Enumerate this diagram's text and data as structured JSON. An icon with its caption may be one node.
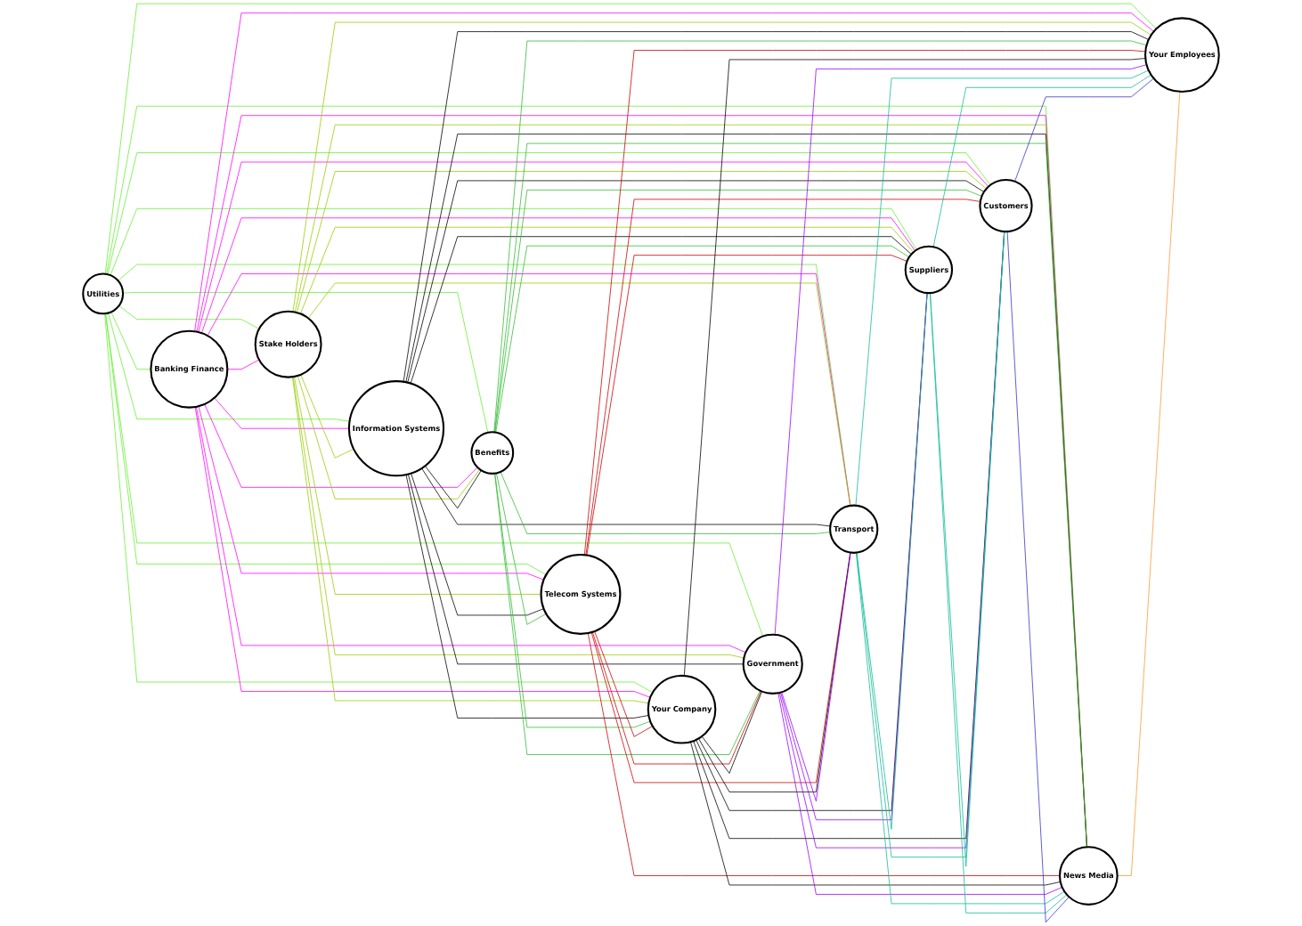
{
  "diagram": {
    "nodes": [
      {
        "text": [
          "Utilities"
        ]
      },
      {
        "text": [
          "Banking Finance"
        ]
      },
      {
        "text": [
          "Stake Holders"
        ]
      },
      {
        "text": [
          "Information Systems"
        ]
      },
      {
        "text": [
          "Benefits"
        ]
      },
      {
        "text": [
          "Telecom Systems"
        ]
      },
      {
        "text": [
          "Your Company"
        ]
      },
      {
        "text": [
          "Government"
        ]
      },
      {
        "text": [
          "Transport"
        ]
      },
      {
        "text": [
          "Suppliers"
        ]
      },
      {
        "text": [
          "Customers"
        ]
      },
      {
        "text": [
          "News Media"
        ]
      },
      {
        "text": [
          "Your Employees"
        ]
      }
    ],
    "edges": [
      {
        "from": 0,
        "to": 1,
        "arrow": "none",
        "color": "#66ee33"
      },
      {
        "from": 0,
        "to": 2,
        "arrow": "none",
        "color": "#66ee33"
      },
      {
        "from": 0,
        "to": 3,
        "arrow": "none",
        "color": "#66ee33"
      },
      {
        "from": 0,
        "to": 4,
        "arrow": "none",
        "color": "#66ee33"
      },
      {
        "from": 0,
        "to": 5,
        "arrow": "none",
        "color": "#66ee33"
      },
      {
        "from": 0,
        "to": 6,
        "arrow": "none",
        "color": "#66ee33"
      },
      {
        "from": 0,
        "to": 7,
        "arrow": "none",
        "color": "#66ee33"
      },
      {
        "from": 0,
        "to": 8,
        "arrow": "none",
        "color": "#66ee33"
      },
      {
        "from": 0,
        "to": 9,
        "arrow": "none",
        "color": "#66ee33"
      },
      {
        "from": 0,
        "to": 10,
        "arrow": "none",
        "color": "#66ee33"
      },
      {
        "from": 0,
        "to": 11,
        "arrow": "none",
        "color": "#66ee33"
      },
      {
        "from": 0,
        "to": 12,
        "arrow": "none",
        "color": "#66ee33"
      },
      {
        "from": 1,
        "to": 2,
        "arrow": "none",
        "color": "#ff00ff"
      },
      {
        "from": 1,
        "to": 3,
        "arrow": "none",
        "color": "#ff00ff"
      },
      {
        "from": 1,
        "to": 4,
        "arrow": "none",
        "color": "#ff00ff"
      },
      {
        "from": 1,
        "to": 5,
        "arrow": "none",
        "color": "#ff00ff"
      },
      {
        "from": 1,
        "to": 6,
        "arrow": "none",
        "color": "#ff00ff"
      },
      {
        "from": 1,
        "to": 7,
        "arrow": "none",
        "color": "#ff00ff"
      },
      {
        "from": 1,
        "to": 8,
        "arrow": "none",
        "color": "#ff00ff"
      },
      {
        "from": 1,
        "to": 9,
        "arrow": "none",
        "color": "#ff00ff"
      },
      {
        "from": 1,
        "to": 10,
        "arrow": "none",
        "color": "#ff00ff"
      },
      {
        "from": 1,
        "to": 11,
        "arrow": "none",
        "color": "#ff00ff"
      },
      {
        "from": 1,
        "to": 12,
        "arrow": "none",
        "color": "#ff00ff"
      },
      {
        "from": 2,
        "to": 3,
        "arrow": "none",
        "color": "#99cc00"
      },
      {
        "from": 2,
        "to": 4,
        "arrow": "none",
        "color": "#99cc00"
      },
      {
        "from": 2,
        "to": 5,
        "arrow": "none",
        "color": "#99cc00"
      },
      {
        "from": 2,
        "to": 6,
        "arrow": "none",
        "color": "#99cc00"
      },
      {
        "from": 2,
        "to": 7,
        "arrow": "none",
        "color": "#99cc00"
      },
      {
        "from": 2,
        "to": 8,
        "arrow": "none",
        "color": "#99cc00"
      },
      {
        "from": 2,
        "to": 9,
        "arrow": "none",
        "color": "#99cc00"
      },
      {
        "from": 2,
        "to": 10,
        "arrow": "none",
        "color": "#99cc00"
      },
      {
        "from": 2,
        "to": 11,
        "arrow": "none",
        "color": "#99cc00"
      },
      {
        "from": 2,
        "to": 12,
        "arrow": "none",
        "color": "#99cc00"
      },
      {
        "from": 3,
        "to": 4,
        "arrow": "none",
        "color": "#000000"
      },
      {
        "from": 3,
        "to": 5,
        "arrow": "none",
        "color": "#000000"
      },
      {
        "from": 3,
        "to": 6,
        "arrow": "none",
        "color": "#000000"
      },
      {
        "from": 3,
        "to": 7,
        "arrow": "none",
        "color": "#000000"
      },
      {
        "from": 3,
        "to": 8,
        "arrow": "none",
        "color": "#000000"
      },
      {
        "from": 3,
        "to": 9,
        "arrow": "none",
        "color": "#000000"
      },
      {
        "from": 3,
        "to": 10,
        "arrow": "none",
        "color": "#000000"
      },
      {
        "from": 3,
        "to": 11,
        "arrow": "none",
        "color": "#000000"
      },
      {
        "from": 3,
        "to": 12,
        "arrow": "none",
        "color": "#000000"
      },
      {
        "from": 4,
        "to": 5,
        "arrow": "none",
        "color": "#33bb33"
      },
      {
        "from": 4,
        "to": 6,
        "arrow": "none",
        "color": "#33bb33"
      },
      {
        "from": 4,
        "to": 7,
        "arrow": "none",
        "color": "#33bb33"
      },
      {
        "from": 4,
        "to": 8,
        "arrow": "none",
        "color": "#33bb33"
      },
      {
        "from": 4,
        "to": 9,
        "arrow": "none",
        "color": "#33bb33"
      },
      {
        "from": 4,
        "to": 10,
        "arrow": "none",
        "color": "#33bb33"
      },
      {
        "from": 4,
        "to": 11,
        "arrow": "none",
        "color": "#33bb33"
      },
      {
        "from": 4,
        "to": 12,
        "arrow": "none",
        "color": "#33bb33"
      },
      {
        "from": 5,
        "to": 6,
        "arrow": "none",
        "color": "#cc0000"
      },
      {
        "from": 5,
        "to": 7,
        "arrow": "none",
        "color": "#cc0000"
      },
      {
        "from": 5,
        "to": 8,
        "arrow": "none",
        "color": "#cc0000"
      },
      {
        "from": 5,
        "to": 9,
        "arrow": "none",
        "color": "#cc0000"
      },
      {
        "from": 5,
        "to": 10,
        "arrow": "none",
        "color": "#cc0000"
      },
      {
        "from": 5,
        "to": 11,
        "arrow": "none",
        "color": "#cc0000"
      },
      {
        "from": 5,
        "to": 12,
        "arrow": "none",
        "color": "#cc0000"
      },
      {
        "from": 6,
        "to": 7,
        "arrow": "none",
        "color": "#000000"
      },
      {
        "from": 6,
        "to": 8,
        "arrow": "none",
        "color": "#000000"
      },
      {
        "from": 6,
        "to": 9,
        "arrow": "none",
        "color": "#000000"
      },
      {
        "from": 6,
        "to": 10,
        "arrow": "none",
        "color": "#000000"
      },
      {
        "from": 6,
        "to": 11,
        "arrow": "none",
        "color": "#000000"
      },
      {
        "from": 6,
        "to": 12,
        "arrow": "none",
        "color": "#000000"
      },
      {
        "from": 7,
        "to": 8,
        "arrow": "none",
        "color": "#9900ff"
      },
      {
        "from": 7,
        "to": 9,
        "arrow": "none",
        "color": "#9900ff"
      },
      {
        "from": 7,
        "to": 10,
        "arrow": "none",
        "color": "#9900ff"
      },
      {
        "from": 7,
        "to": 11,
        "arrow": "none",
        "color": "#9900ff"
      },
      {
        "from": 7,
        "to": 12,
        "arrow": "none",
        "color": "#9900ff"
      },
      {
        "from": 8,
        "to": 9,
        "arrow": "none",
        "color": "#11bb99"
      },
      {
        "from": 8,
        "to": 10,
        "arrow": "none",
        "color": "#11bb99"
      },
      {
        "from": 8,
        "to": 11,
        "arrow": "none",
        "color": "#11bb99"
      },
      {
        "from": 8,
        "to": 12,
        "arrow": "none",
        "color": "#11bb99"
      },
      {
        "from": 9,
        "to": 10,
        "arrow": "none",
        "color": "#11bb99"
      },
      {
        "from": 9,
        "to": 11,
        "arrow": "none",
        "color": "#11bb99"
      },
      {
        "from": 9,
        "to": 12,
        "arrow": "none",
        "color": "#11bb99"
      },
      {
        "from": 10,
        "to": 11,
        "arrow": "none",
        "color": "#3333cc"
      },
      {
        "from": 10,
        "to": 12,
        "arrow": "none",
        "color": "#3333cc"
      },
      {
        "from": 11,
        "to": 12,
        "arrow": "none",
        "color": "#ff9933"
      }
    ]
  }
}
